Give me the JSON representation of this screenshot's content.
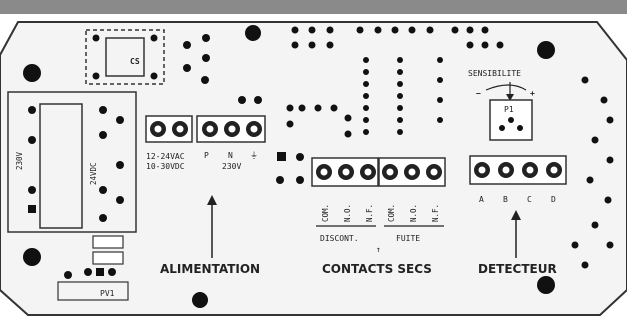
{
  "labels": {
    "cs": "CS",
    "sensibilite": "SENSIBILITE",
    "minus": "−",
    "plus": "+",
    "p1": "P1",
    "voltage_ac": "12-24VAC",
    "voltage_dc": "10-30VDC",
    "p": "P",
    "n": "N",
    "earth": "⏚",
    "v230": "230V",
    "alimentation": "ALIMENTATION",
    "contacts_secs": "CONTACTS SECS",
    "detecteur": "DETECTEUR",
    "discont": "DISCONT.",
    "fuite": "FUITE",
    "relay_left": "230V",
    "relay_right": "24VDC",
    "pv1": "PV1",
    "arrow_up": "↑"
  },
  "contacts": [
    "COM.",
    "N.O.",
    "N.F.",
    "COM.",
    "N.O.",
    "N.F."
  ],
  "detector_terminals": [
    "A",
    "B",
    "C",
    "D"
  ],
  "colors": {
    "board": "#f2f2f2",
    "topbar": "#888888",
    "ink": "#222222"
  }
}
